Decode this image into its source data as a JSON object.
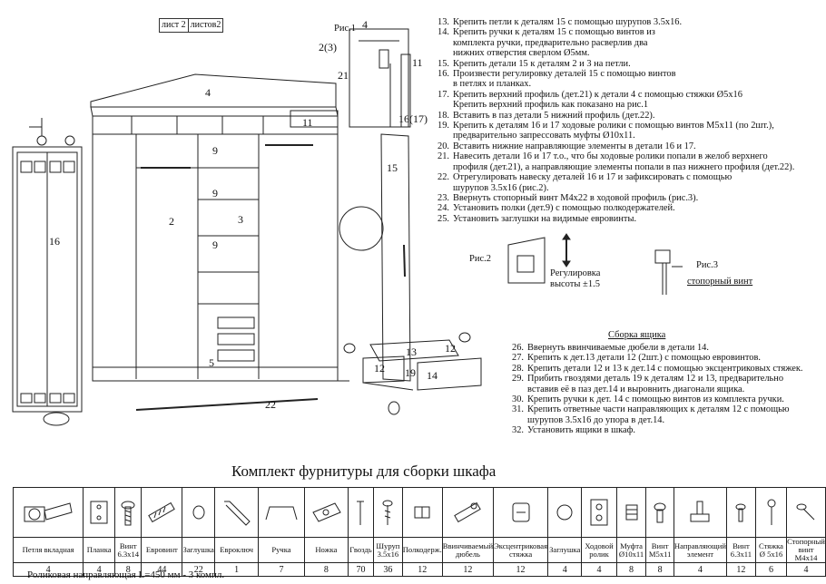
{
  "sheet": {
    "label_a": "лист 2",
    "label_b": "листов2"
  },
  "parts": {
    "p2": "2",
    "p3": "3",
    "p4": "4",
    "p5": "5",
    "p9a": "9",
    "p9b": "9",
    "p9c": "9",
    "p11": "11",
    "p15": "15",
    "p16": "16",
    "p22": "22",
    "fig1_p4": "4",
    "fig1_p23": "2(3)",
    "fig1_p21": "21",
    "fig1_p11": "11",
    "fig1_p1617": "16(17)",
    "d13": "13",
    "d12a": "12",
    "d12b": "12",
    "d19": "19",
    "d14": "14"
  },
  "figures": {
    "fig1": "Рис.1",
    "fig2": "Рис.2",
    "fig3": "Рис.3",
    "adjust_a": "Регулировка",
    "adjust_b": "высоты ±1.5",
    "stop_screw": "стопорный винт"
  },
  "steps": [
    {
      "n": "13.",
      "text": "Крепить петли к деталям 15 с помощью шурупов 3.5х16."
    },
    {
      "n": "14.",
      "text": "Крепить ручки к деталям 15 с помощью винтов из"
    },
    {
      "n": "",
      "text": "комплекта ручки, предварительно расверлив два"
    },
    {
      "n": "",
      "text": "нижних отверстия сверлом Ø5мм."
    },
    {
      "n": "15.",
      "text": "Крепить детали 15 к деталям 2 и 3 на петли."
    },
    {
      "n": "16.",
      "text": "Произвести регулировку деталей 15 с помощью винтов"
    },
    {
      "n": "",
      "text": "в петлях и планках."
    },
    {
      "n": "17.",
      "text": "Крепить верхний профиль (дет.21) к детали 4 с помощью стяжки Ø5х16"
    },
    {
      "n": "",
      "text": "Крепить верхний профиль как показано на рис.1"
    },
    {
      "n": "18.",
      "text": "Вставить в паз детали 5 нижний профиль (дет.22)."
    },
    {
      "n": "19.",
      "text": "Крепить к деталям 16 и 17 ходовые ролики с помощью винтов М5х11 (по 2шт.),"
    },
    {
      "n": "",
      "text": "предварительно запрессовать муфты Ø10х11."
    },
    {
      "n": "20.",
      "text": "Вставить нижние направляющие элементы в детали 16 и 17."
    },
    {
      "n": "21.",
      "text": "Навесить детали 16 и 17 т.о., что бы ходовые ролики попали в желоб верхнего"
    },
    {
      "n": "",
      "text": "профиля (дет.21), а направляющие элементы попали в паз нижнего профиля (дет.22)."
    },
    {
      "n": "22.",
      "text": "Отрегулировать навеску деталей 16 и 17 и зафиксировать с помощью"
    },
    {
      "n": "",
      "text": "шурупов 3.5х16 (рис.2)."
    },
    {
      "n": "23.",
      "text": "Ввернуть стопорный винт М4х22 в ходовой профиль (рис.3)."
    },
    {
      "n": "24.",
      "text": "Установить полки (дет.9) с помощью полкодержателей."
    },
    {
      "n": "25.",
      "text": "Установить заглушки на видимые евровинты."
    }
  ],
  "drawer": {
    "title": "Сборка ящика",
    "steps": [
      {
        "n": "26.",
        "text": "Ввернуть ввинчиваемые дюбели в детали 14."
      },
      {
        "n": "27.",
        "text": "Крепить к дет.13 детали 12 (2шт.) с помощью евровинтов."
      },
      {
        "n": "28.",
        "text": "Крепить детали 12 и 13 к дет.14 с помощью эксцентриковых стяжек."
      },
      {
        "n": "29.",
        "text": "Прибить гвоздями деталь 19 к деталям 12 и 13, предварительно"
      },
      {
        "n": "",
        "text": "вставив её в паз дет.14 и выровнить диагонали ящика."
      },
      {
        "n": "30.",
        "text": "Крепить ручки к дет. 14 с помощью винтов из комплекта ручки."
      },
      {
        "n": "31.",
        "text": "Крепить ответные части направляющих к деталям 12 с помощью"
      },
      {
        "n": "",
        "text": "шурупов 3.5х16 до упора в дет.14."
      },
      {
        "n": "32.",
        "text": "Установить ящики в шкаф."
      }
    ]
  },
  "kit": {
    "title": "Комплект фурнитуры для сборки шкафа",
    "items": [
      {
        "icon": "hinge-icon",
        "name": "Петля вкладная",
        "qty": "4"
      },
      {
        "icon": "strip-icon",
        "name": "Планка",
        "qty": "4"
      },
      {
        "icon": "screw-icon",
        "name": "Винт 6.3х14",
        "qty": "8"
      },
      {
        "icon": "euroscrew-icon",
        "name": "Евровинт",
        "qty": "44"
      },
      {
        "icon": "cap-icon",
        "name": "Заглушка",
        "qty": "22"
      },
      {
        "icon": "hex-key-icon",
        "name": "Евроключ",
        "qty": "1"
      },
      {
        "icon": "handle-icon",
        "name": "Ручка",
        "qty": "7"
      },
      {
        "icon": "leg-icon",
        "name": "Ножка",
        "qty": "8"
      },
      {
        "icon": "nail-icon",
        "name": "Гвоздь",
        "qty": "70"
      },
      {
        "icon": "wood-screw-icon",
        "name": "Шуруп 3.5х16",
        "qty": "36"
      },
      {
        "icon": "shelf-support-icon",
        "name": "Полкодерж.",
        "qty": "12"
      },
      {
        "icon": "dowel-icon",
        "name": "Ввинчиваемый дюбель",
        "qty": "12"
      },
      {
        "icon": "cam-lock-icon",
        "name": "Эксцентриковая стяжка",
        "qty": "12"
      },
      {
        "icon": "cap-small-icon",
        "name": "Заглушка",
        "qty": "4"
      },
      {
        "icon": "roller-icon",
        "name": "Ходовой ролик",
        "qty": "4"
      },
      {
        "icon": "sleeve-icon",
        "name": "Муфта Ø10х11",
        "qty": "8"
      },
      {
        "icon": "screw-m5-icon",
        "name": "Винт М5х11",
        "qty": "8"
      },
      {
        "icon": "guide-element-icon",
        "name": "Направляющий элемент",
        "qty": "4"
      },
      {
        "icon": "screw-small-icon",
        "name": "Винт 6.3х11",
        "qty": "12"
      },
      {
        "icon": "tie-bolt-icon",
        "name": "Стяжка Ø 5х16",
        "qty": "6"
      },
      {
        "icon": "stop-screw-icon",
        "name": "Стопорный винт М4х14",
        "qty": "4"
      }
    ]
  },
  "footnote": "Роликовая направляющая L=450 мм - 3 компл."
}
